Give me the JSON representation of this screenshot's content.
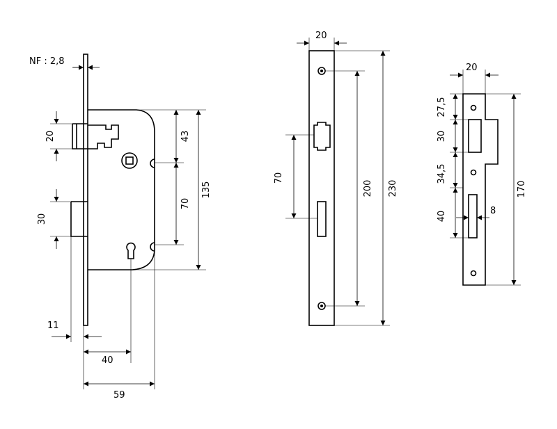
{
  "dimensions": {
    "nf": "NF : 2,8",
    "lock_latch": "20",
    "lock_deadbolt": "30",
    "lock_43": "43",
    "lock_70": "70",
    "lock_135": "135",
    "lock_11": "11",
    "lock_40": "40",
    "lock_59": "59",
    "faceplate_width": "20",
    "faceplate_70": "70",
    "faceplate_200": "200",
    "faceplate_230": "230",
    "strike_width": "20",
    "strike_27_5": "27,5",
    "strike_30": "30",
    "strike_34_5": "34,5",
    "strike_40": "40",
    "strike_8": "8",
    "strike_170": "170"
  }
}
